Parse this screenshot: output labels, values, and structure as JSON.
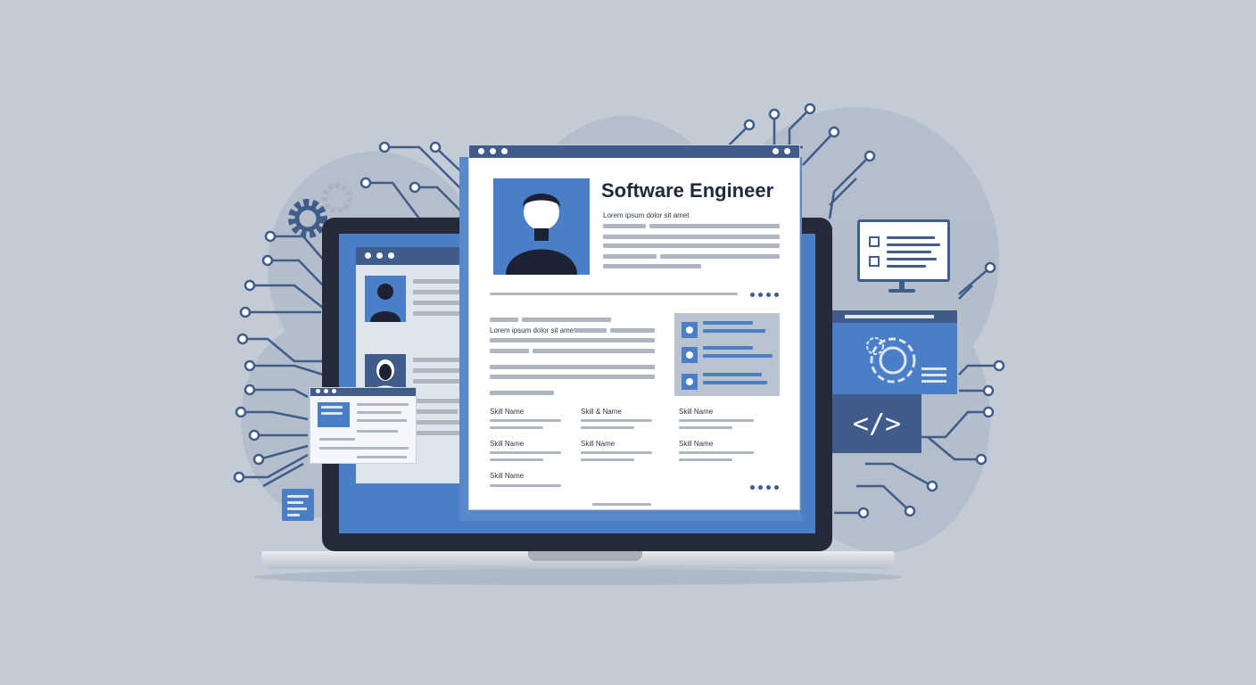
{
  "colors": {
    "background": "#c3cbd6",
    "accent_blue": "#4a7fc8",
    "navy": "#3f5c8a",
    "dark": "#252a3a",
    "card": "#ffffff"
  },
  "resume": {
    "title": "Software Engineer",
    "subtitle": "Lorem ipsum dolor sit amet",
    "section_heading": "Lorem ipsum dolor sit amet",
    "skills": [
      "Skill Name",
      "Skill & Name",
      "Skill Name",
      "Skill Name",
      "Skill Name",
      "Skill Name",
      "Skill Name"
    ],
    "avatar_icon": "person-icon"
  },
  "code_panel": {
    "symbol": "</>"
  },
  "icons": [
    "gear-icon",
    "monitor-icon",
    "code-icon",
    "document-icon",
    "globe-icon",
    "circuit-lines"
  ]
}
